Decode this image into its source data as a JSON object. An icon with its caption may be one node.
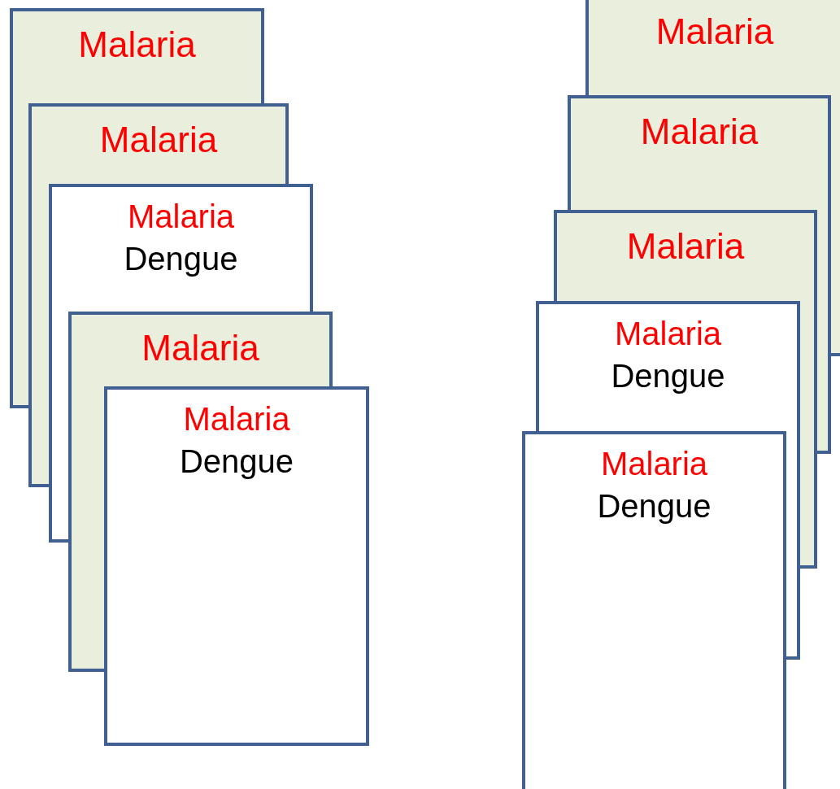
{
  "diagram": {
    "nodes": [
      {
        "text": [
          "Malaria"
        ]
      },
      {
        "text": [
          "Malaria"
        ]
      },
      {
        "text": [
          "Malaria",
          "Dengue"
        ]
      },
      {
        "text": [
          "Malaria"
        ]
      },
      {
        "text": [
          "Malaria",
          "Dengue"
        ]
      },
      {
        "text": [
          "Malaria"
        ]
      },
      {
        "text": [
          "Malaria"
        ]
      },
      {
        "text": [
          "Malaria"
        ]
      },
      {
        "text": [
          "Malaria",
          "Dengue"
        ]
      },
      {
        "text": [
          "Malaria",
          "Dengue"
        ]
      }
    ]
  }
}
